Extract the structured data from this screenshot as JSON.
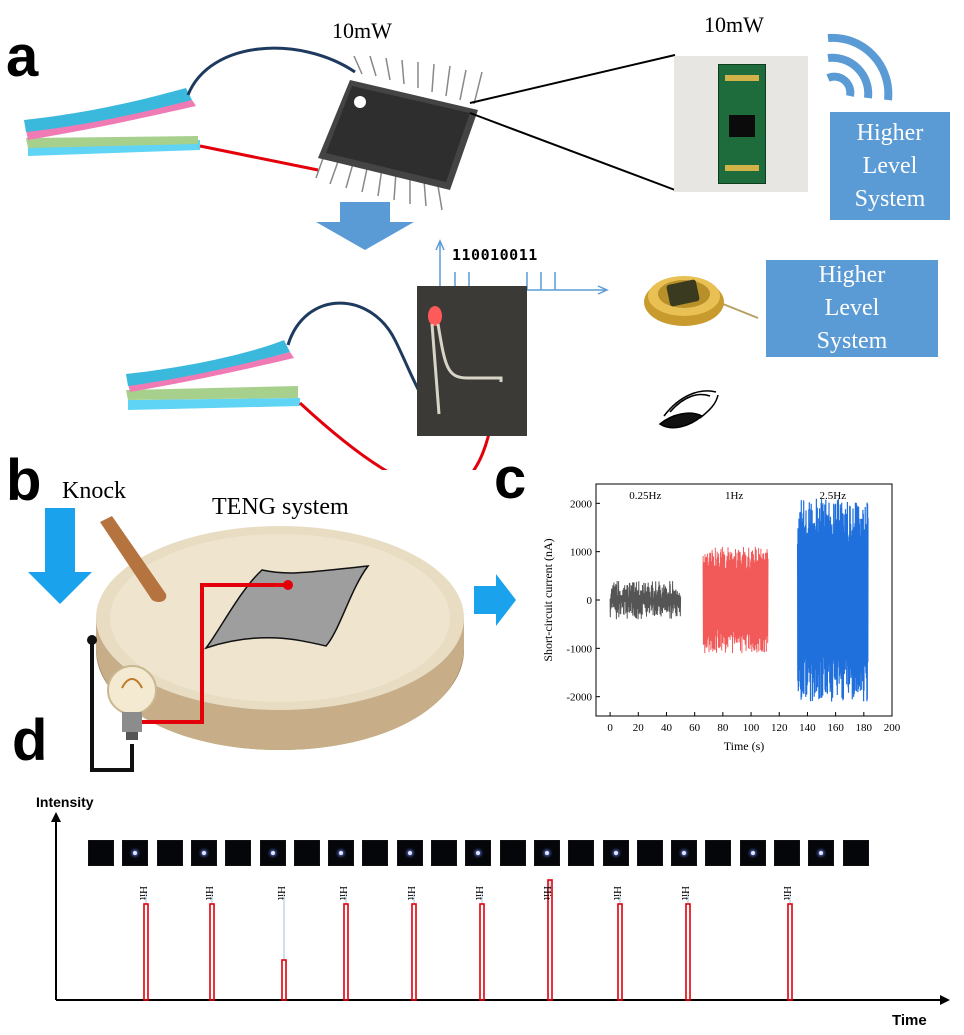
{
  "panel_a": {
    "letter": "a",
    "power_label_chip": "10mW",
    "power_label_module": "10mW",
    "higher_level_system_top": "Higher\nLevel\nSystem",
    "higher_level_system_bottom": "Higher\nLevel\nSystem",
    "binary_signal": "110010011"
  },
  "panel_b": {
    "letter": "b",
    "knock_label": "Knock",
    "system_label": "TENG system"
  },
  "panel_c": {
    "letter": "c",
    "chart_data": {
      "type": "line",
      "xlabel": "Time (s)",
      "ylabel": "Short-circuit current (nA)",
      "xlim": [
        -10,
        200
      ],
      "ylim": [
        -2400,
        2400
      ],
      "x_ticks": [
        0,
        20,
        40,
        60,
        80,
        100,
        120,
        140,
        160,
        180,
        200
      ],
      "y_ticks": [
        -2000,
        -1000,
        0,
        1000,
        2000
      ],
      "annotations": [
        "0.25Hz",
        "1Hz",
        "2.5Hz"
      ],
      "series": [
        {
          "x_range": [
            0,
            50
          ],
          "amplitude": 400,
          "color": "#555555"
        },
        {
          "x_range": [
            66,
            112
          ],
          "amplitude": 1100,
          "color": "#f25a5a"
        },
        {
          "x_range": [
            133,
            183
          ],
          "amplitude": 2100,
          "color": "#1f6fdc"
        }
      ]
    }
  },
  "panel_d": {
    "letter": "d",
    "ylabel": "Intensity",
    "xlabel": "Time",
    "hit_label": "Hit",
    "frames_lit": [
      false,
      true,
      false,
      true,
      false,
      true,
      false,
      true,
      false,
      true,
      false,
      true,
      false,
      true,
      false,
      true,
      false,
      true,
      false,
      true,
      false,
      true,
      false
    ],
    "pulses": [
      0.6,
      0.6,
      0.25,
      0.6,
      0.6,
      0.6,
      0.75,
      0.6,
      0.6,
      0.6
    ]
  },
  "colors": {
    "accent_blue": "#5b9bd5",
    "arrow_blue": "#1aa3ec",
    "wire_red": "#e3000b",
    "wire_navy": "#1f3a5f",
    "pulse_red": "#e3000b"
  }
}
